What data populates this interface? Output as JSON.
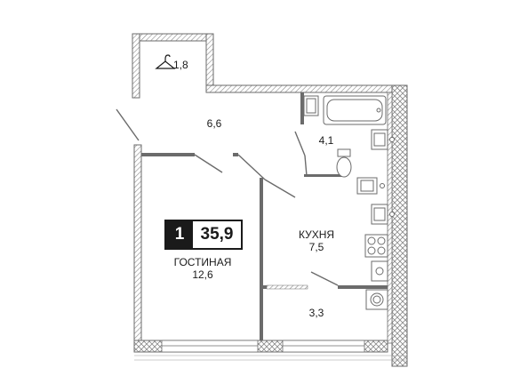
{
  "apartment": {
    "rooms_count": "1",
    "total_area": "35,9"
  },
  "rooms": {
    "balcony": {
      "area": "1,8"
    },
    "hallway": {
      "area": "6,6"
    },
    "bathroom": {
      "area": "4,1"
    },
    "kitchen": {
      "name": "КУХНЯ",
      "area": "7,5"
    },
    "living": {
      "name": "ГОСТИНАЯ",
      "area": "12,6"
    },
    "loggia": {
      "area": "3,3"
    }
  },
  "icons": {
    "balcony": "hanger-icon"
  },
  "colors": {
    "wall": "#6b6b6b",
    "hatch": "#8a8a8a",
    "ink": "#1a1a1a"
  }
}
